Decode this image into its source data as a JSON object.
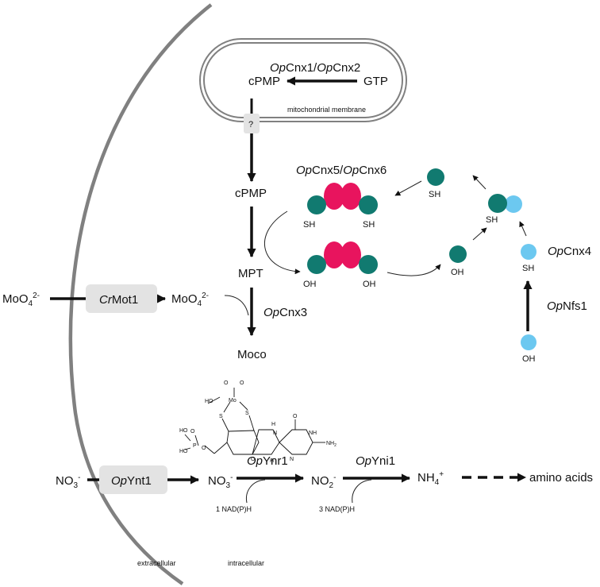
{
  "colors": {
    "teal": "#117a70",
    "magenta": "#e8145e",
    "light_blue": "#6cc8f0",
    "membrane": "#808080",
    "transporter_box": "#e3e3e3"
  },
  "labels": {
    "cnx1_2_italic": "Op",
    "cnx1_2_a": "Cnx1/",
    "cnx1_2_italic2": "Op",
    "cnx1_2_b": "Cnx2",
    "gtp": "GTP",
    "cpmp_mito": "cPMP",
    "mito_membrane": "mitochondrial membrane",
    "question": "?",
    "cpmp": "cPMP",
    "mpt": "MPT",
    "moco": "Moco",
    "cnx3_italic": "Op",
    "cnx3": "Cnx3",
    "cnx5_6_italic": "Op",
    "cnx5_6_a": "Cnx5/",
    "cnx5_6_italic2": "Op",
    "cnx5_6_b": "Cnx6",
    "cnx4_italic": "Op",
    "cnx4": "Cnx4",
    "nfs1_italic": "Op",
    "nfs1": "Nfs1",
    "sh": "SH",
    "oh": "OH",
    "moo4_base": "MoO",
    "moo4_sub": "4",
    "moo4_sup": "2-",
    "mot1_italic": "Cr",
    "mot1": "Mot1",
    "no3_base": "NO",
    "no3_sub": "3",
    "no3_sup": "-",
    "ynt1_italic": "Op",
    "ynt1": "Ynt1",
    "ynr1_italic": "Op",
    "ynr1": "Ynr1",
    "yni1_italic": "Op",
    "yni1": "Yni1",
    "no2_base": "NO",
    "no2_sub": "2",
    "no2_sup": "-",
    "nh4_base": "NH",
    "nh4_sub": "4",
    "nh4_sup": "+",
    "nadph_1": "1 NAD(P)H",
    "nadph_3": "3 NAD(P)H",
    "amino_acids": "amino acids",
    "extracellular": "extracellular",
    "intracellular": "intracellular"
  },
  "moco_structure": {
    "o1": "O",
    "o2": "O",
    "mo": "Mo",
    "ho_mo": "HO",
    "s1": "S",
    "s2": "S",
    "h_top": "H",
    "o_carbonyl": "O",
    "n_ring": "N",
    "nh": "NH",
    "nh2": "NH",
    "nh2_sub": "2",
    "o_ring": "O",
    "n_h_bottom": "H",
    "n_bottom": "N",
    "o_p_top": "O",
    "p": "P",
    "ho_p1": "HO",
    "ho_p2": "HO",
    "o_ester": "O"
  }
}
